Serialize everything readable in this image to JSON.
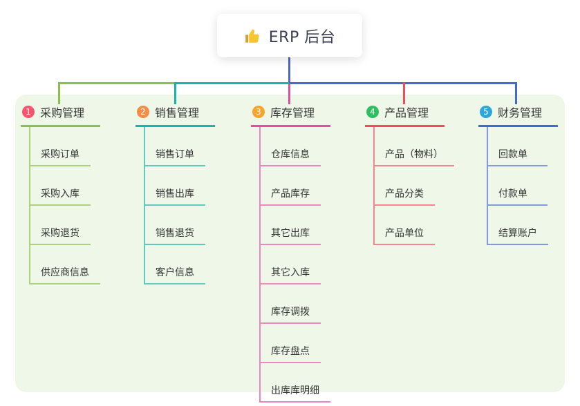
{
  "root": {
    "title": "ERP 后台",
    "icon": "thumbs-up-icon"
  },
  "branches": [
    {
      "number": "1",
      "label": "采购管理",
      "badge_color": "#f4566e",
      "line_color": "#8cbf4b",
      "line_color_light": "#abd17e",
      "children": [
        "采购订单",
        "采购入库",
        "采购退货",
        "供应商信息"
      ]
    },
    {
      "number": "2",
      "label": "销售管理",
      "badge_color": "#f78d42",
      "line_color": "#17b5a5",
      "line_color_light": "#5fc9bc",
      "children": [
        "销售订单",
        "销售出库",
        "销售退货",
        "客户信息"
      ]
    },
    {
      "number": "3",
      "label": "库存管理",
      "badge_color": "#f7a42c",
      "line_color": "#e04f9e",
      "line_color_light": "#ee86bf",
      "children": [
        "仓库信息",
        "产品库存",
        "其它出库",
        "其它入库",
        "库存调拨",
        "库存盘点",
        "出库库明细"
      ]
    },
    {
      "number": "4",
      "label": "产品管理",
      "badge_color": "#2fbf5f",
      "line_color": "#f5495c",
      "line_color_light": "#f8838f",
      "children": [
        "产品（物料）",
        "产品分类",
        "产品单位"
      ]
    },
    {
      "number": "5",
      "label": "财务管理",
      "badge_color": "#2ba7dd",
      "line_color": "#4468d0",
      "line_color_light": "#8299dd",
      "children": [
        "回款单",
        "付款单",
        "结算账户"
      ]
    }
  ],
  "connectors": {
    "root_line_color": "#4d66cc",
    "bus_segment_colors": [
      "#8cbf4b",
      "#17b5a5",
      "#4d66cc"
    ]
  },
  "canvas": {
    "background": "#ffffff",
    "panel_background": "#eef7e8"
  }
}
